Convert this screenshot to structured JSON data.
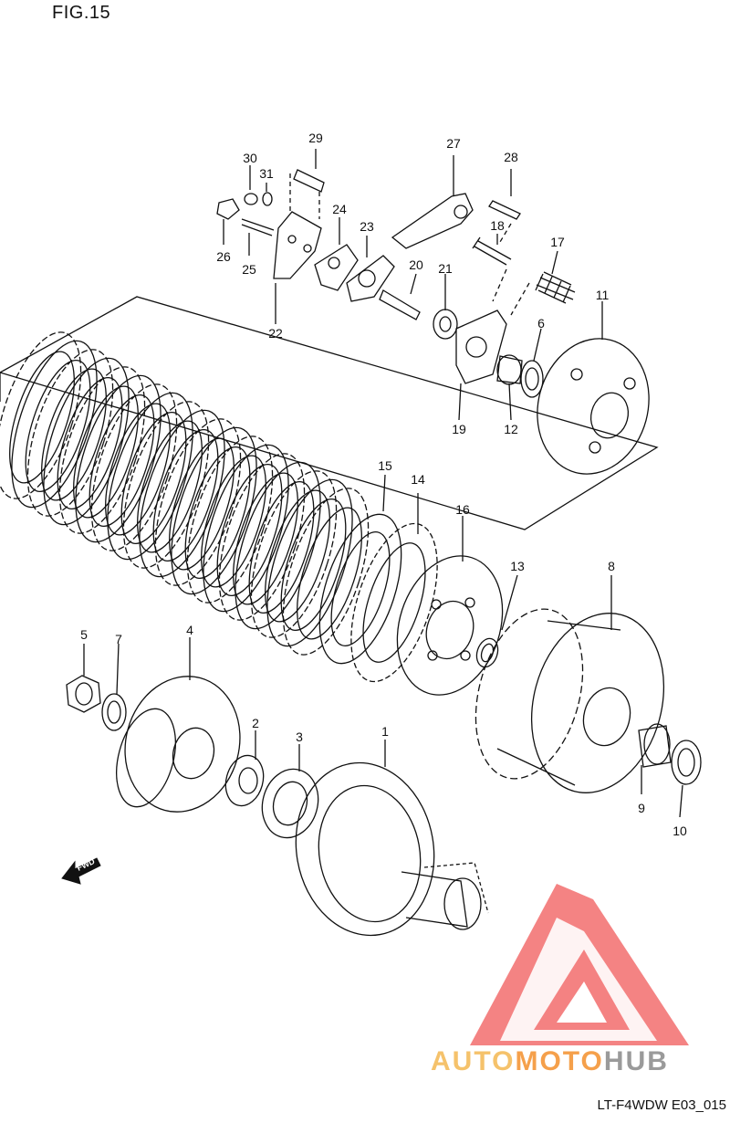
{
  "figure": {
    "title": "FIG.15",
    "code": "LT-F4WDW E03_015"
  },
  "callouts": [
    "29",
    "30",
    "31",
    "27",
    "28",
    "24",
    "23",
    "18",
    "17",
    "26",
    "25",
    "20",
    "21",
    "11",
    "6",
    "22",
    "19",
    "12",
    "15",
    "14",
    "16",
    "13",
    "8",
    "5",
    "7",
    "4",
    "2",
    "3",
    "1",
    "9",
    "10"
  ],
  "direction_arrow": {
    "label": "FWD"
  },
  "watermark": {
    "part1": "AUTO",
    "part2": "MOTO",
    "part3": "HUB",
    "colors": {
      "triangle": "#f26d6d",
      "auto": "#f5c26b",
      "moto": "#f5a04b",
      "hub": "#9a9a9a"
    }
  },
  "colors": {
    "line": "#111111",
    "background": "#ffffff"
  }
}
